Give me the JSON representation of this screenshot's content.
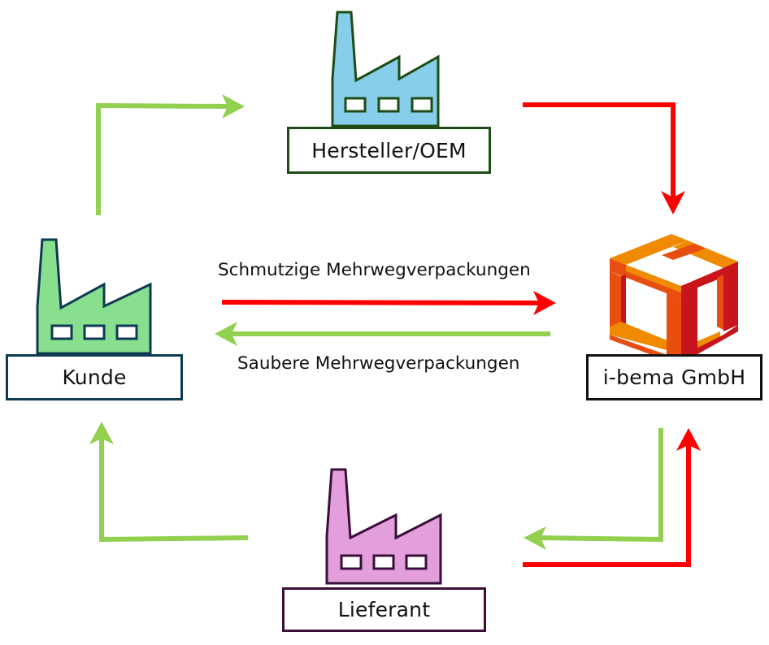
{
  "diagram": {
    "type": "circular-flow",
    "nodes": [
      {
        "id": "oem",
        "label": "Hersteller/OEM",
        "icon": "factory-icon",
        "fill": "#87CEEB",
        "stroke": "#1E4C14"
      },
      {
        "id": "kunde",
        "label": "Kunde",
        "icon": "factory-icon",
        "fill": "#88E08E",
        "stroke": "#0E3A52"
      },
      {
        "id": "lieferant",
        "label": "Lieferant",
        "icon": "factory-icon",
        "fill": "#E39FDB",
        "stroke": "#3A0F3A"
      },
      {
        "id": "ibema",
        "label": "i-bema GmbH",
        "icon": "cube-logo-icon",
        "stroke": "#111111"
      }
    ],
    "flow_labels": {
      "dirty": "Schmutzige Mehrwegverpackungen",
      "clean": "Saubere Mehrwegverpackungen"
    },
    "edges": [
      {
        "from": "kunde",
        "to": "oem",
        "kind": "clean"
      },
      {
        "from": "oem",
        "to": "ibema",
        "kind": "dirty"
      },
      {
        "from": "kunde",
        "to": "ibema",
        "kind": "dirty"
      },
      {
        "from": "ibema",
        "to": "kunde",
        "kind": "clean"
      },
      {
        "from": "ibema",
        "to": "lieferant",
        "kind": "clean"
      },
      {
        "from": "lieferant",
        "to": "ibema",
        "kind": "dirty"
      },
      {
        "from": "lieferant",
        "to": "kunde",
        "kind": "clean"
      }
    ],
    "colors": {
      "dirty": "#FF0000",
      "clean": "#92D050",
      "cube_orange": "#F08A00",
      "cube_red_orange": "#E84E10",
      "cube_red": "#C8141A"
    }
  }
}
